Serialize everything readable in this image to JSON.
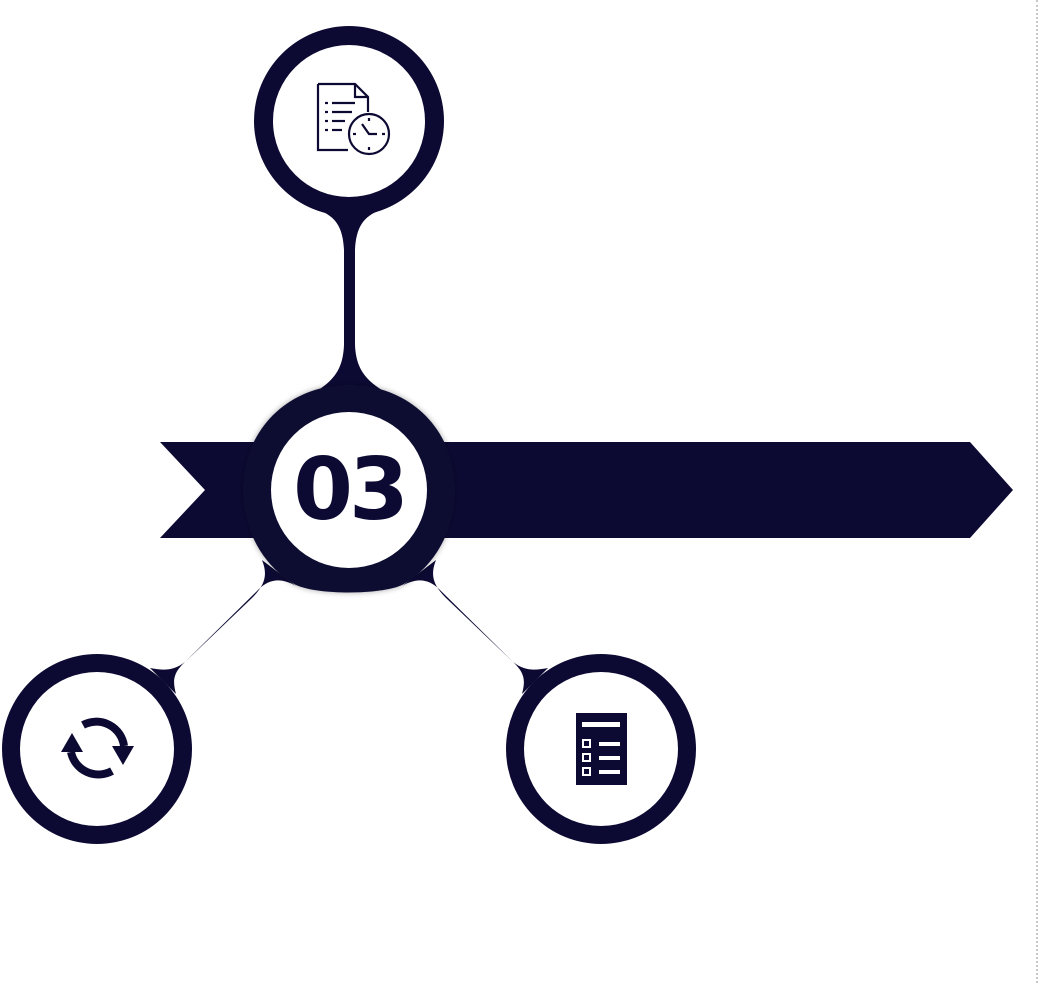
{
  "diagram": {
    "step_number": "03",
    "colors": {
      "primary": "#0c0a33",
      "background": "#ffffff",
      "edge_guide": "#c8c8c8"
    },
    "banner": {
      "shape": "ribbon-arrow",
      "direction": "right"
    },
    "hub": {
      "label": "03",
      "icon": null
    },
    "nodes": [
      {
        "id": "top",
        "icon": "document-clock-icon",
        "meaning": "scheduled document / timesheet"
      },
      {
        "id": "bottom-left",
        "icon": "refresh-cycle-icon",
        "meaning": "cycle / update"
      },
      {
        "id": "bottom-right",
        "icon": "checklist-icon",
        "meaning": "checklist / form"
      }
    ]
  }
}
